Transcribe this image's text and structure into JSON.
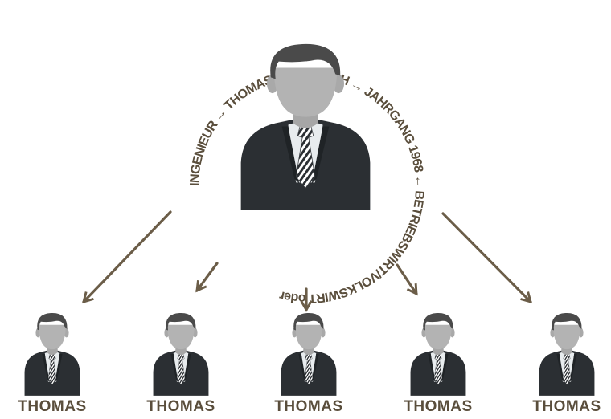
{
  "diagram": {
    "ring_text": "INGENIEUR → THOMAS → DEUTSCH → JAHRGANG 1968 ← BETRIEBSWIRT/VOLKSWIRT oder",
    "center_person": "businessman-icon",
    "children": [
      {
        "label": "THOMAS",
        "icon": "businessman-icon"
      },
      {
        "label": "THOMAS",
        "icon": "businessman-icon"
      },
      {
        "label": "THOMAS",
        "icon": "businessman-icon"
      },
      {
        "label": "THOMAS",
        "icon": "businessman-icon"
      },
      {
        "label": "THOMAS",
        "icon": "businessman-icon"
      }
    ],
    "colors": {
      "text": "#5a4e3c",
      "arrow": "#6b5d48",
      "suit": "#2b2f33",
      "hair": "#4a4a4a",
      "skin": "#b3b3b3",
      "shirt": "#e8ecee"
    }
  }
}
